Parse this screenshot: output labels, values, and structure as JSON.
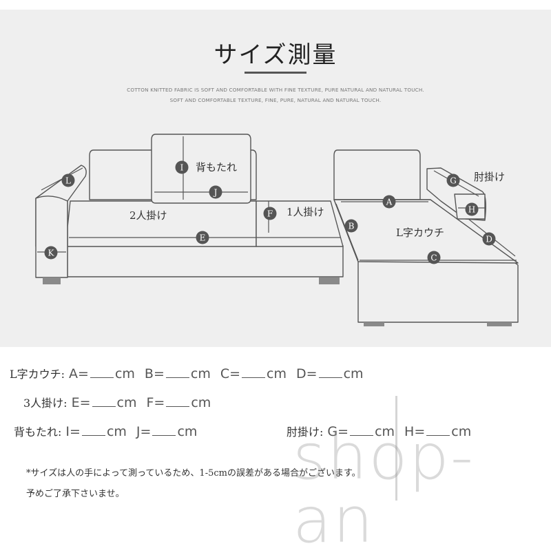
{
  "title": "サイズ測量",
  "subtitle_line1": "COTTON KNITTED FABRIC IS SOFT AND COMFORTABLE WITH FINE TEXTURE, PURE NATURAL AND NATURAL TOUCH.",
  "subtitle_line2": "SOFT AND COMFORTABLE TEXTURE, FINE, PURE, NATURAL AND NATURAL TOUCH.",
  "diagram": {
    "labels": {
      "backrest": "背もたれ",
      "two_seat": "2人掛け",
      "one_seat": "1人掛け",
      "l_couch": "L字カウチ",
      "armrest": "肘掛け"
    },
    "markers": [
      "A",
      "B",
      "C",
      "D",
      "E",
      "F",
      "G",
      "H",
      "I",
      "J",
      "K",
      "L"
    ]
  },
  "form": {
    "rows": [
      {
        "label": "L字カウチ:",
        "fields": [
          {
            "key": "A=",
            "unit": "cm"
          },
          {
            "key": "B=",
            "unit": "cm"
          },
          {
            "key": "C=",
            "unit": "cm"
          },
          {
            "key": "D=",
            "unit": "cm"
          }
        ]
      },
      {
        "label": "3人掛け:",
        "fields": [
          {
            "key": "E=",
            "unit": "cm"
          },
          {
            "key": "F=",
            "unit": "cm"
          }
        ]
      },
      {
        "label": "背もたれ:",
        "fields": [
          {
            "key": "I=",
            "unit": "cm"
          },
          {
            "key": "J=",
            "unit": "cm"
          }
        ]
      },
      {
        "label": "肘掛け:",
        "fields": [
          {
            "key": "G=",
            "unit": "cm"
          },
          {
            "key": "H=",
            "unit": "cm"
          }
        ]
      }
    ]
  },
  "note_line1": "*サイズは人の手によって測っているため、1-5cmの誤差がある場合がございます。",
  "note_line2": "予めご了承下さいませ。",
  "watermark": "shop-an",
  "colors": {
    "panel": "#efefef",
    "line": "#555555",
    "marker": "#555555"
  }
}
